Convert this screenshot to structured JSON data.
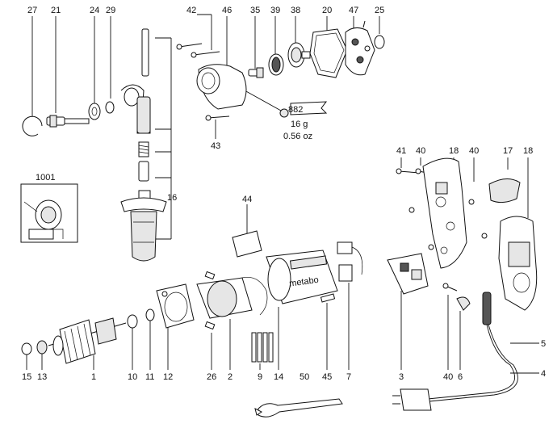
{
  "labels": {
    "p27": "27",
    "p21": "21",
    "p24": "24",
    "p29": "29",
    "p42": "42",
    "p46": "46",
    "p35": "35",
    "p39": "39",
    "p38": "38",
    "p20": "20",
    "p47": "47",
    "p25": "25",
    "p1001": "1001",
    "p16": "16",
    "p43": "43",
    "p44": "44",
    "p41": "41",
    "p40a": "40",
    "p18a": "18",
    "p40b": "40",
    "p17": "17",
    "p18b": "18",
    "p15": "15",
    "p13": "13",
    "p1": "1",
    "p10": "10",
    "p11": "11",
    "p12": "12",
    "p26": "26",
    "p2": "2",
    "p9": "9",
    "p14": "14",
    "p45": "45",
    "p7": "7",
    "p3": "3",
    "p40c": "40",
    "p6": "6",
    "p5": "5",
    "p4": "4",
    "p50": "50"
  },
  "grease_note": {
    "code": "882",
    "weight_g": "16 g",
    "weight_oz": "0.56 oz"
  },
  "brand_text": "metabo",
  "colors": {
    "ink": "#111111",
    "paper": "#ffffff"
  }
}
